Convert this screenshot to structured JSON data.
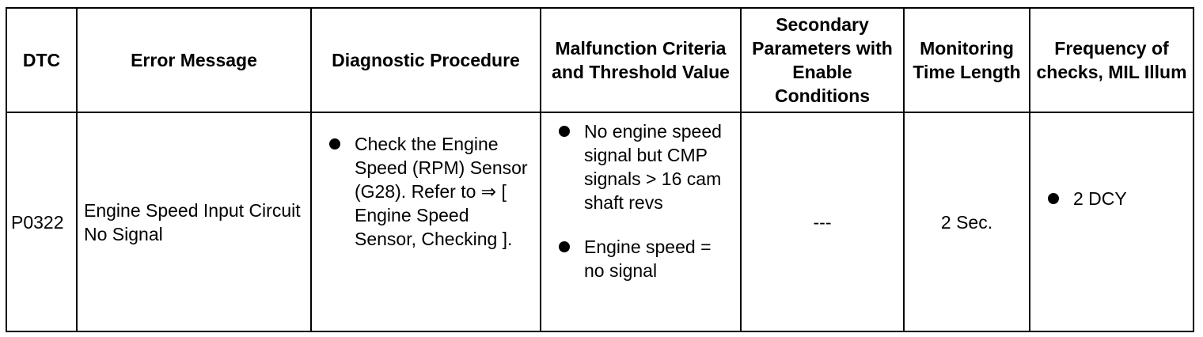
{
  "table": {
    "headers": {
      "dtc": "DTC",
      "error_message": "Error Message",
      "diagnostic_procedure": "Diagnostic Procedure",
      "malfunction_criteria": "Malfunction Criteria and Threshold Value",
      "secondary_parameters": "Secondary Parameters with Enable Conditions",
      "monitoring_time": "Monitoring Time Length",
      "frequency": "Frequency of checks, MIL Illum"
    },
    "row": {
      "dtc": "P0322",
      "error_message": "Engine Speed Input Circuit No Signal",
      "diagnostic_procedure": [
        "Check the Engine Speed (RPM) Sensor (G28). Refer to ⇒ [ Engine Speed Sensor, Checking ]."
      ],
      "malfunction_criteria": [
        "No engine speed signal but CMP signals > 16 cam shaft revs",
        "Engine speed = no signal"
      ],
      "secondary_parameters": "---",
      "monitoring_time": "2 Sec.",
      "frequency": [
        "2 DCY"
      ]
    }
  }
}
